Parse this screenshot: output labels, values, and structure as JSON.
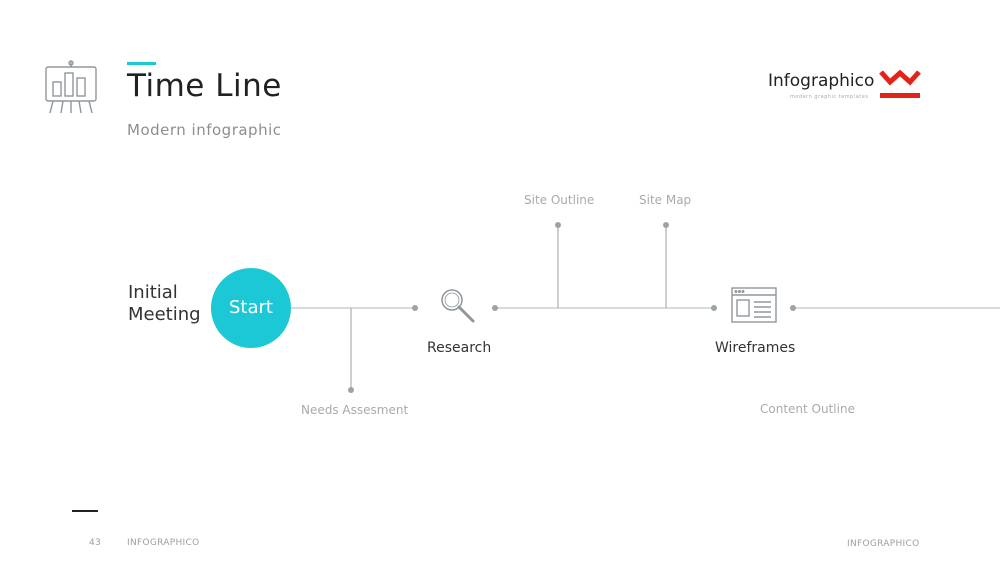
{
  "header": {
    "title": "Time Line",
    "subtitle": "Modern infographic"
  },
  "brand": {
    "name": "Infographico",
    "tagline": "modern graphic templates",
    "logo_color": "#e2231a"
  },
  "icons": {
    "header": "presentation-board-icon",
    "research": "magnifier-icon",
    "wireframes": "browser-window-icon"
  },
  "colors": {
    "accent": "#1cc8d6",
    "line": "#c9cdd0",
    "dot": "#9aa3a8"
  },
  "timeline": {
    "start_title": "Initial Meeting",
    "start_label": "Start",
    "nodes": [
      "Research",
      "Wireframes"
    ],
    "branches_above": [
      "Site Outline",
      "Site Map"
    ],
    "branches_below": [
      "Needs Assesment",
      "Content Outline"
    ]
  },
  "footer": {
    "page_number": "43",
    "left_text": "INFOGRAPHICO",
    "right_text": "INFOGRAPHICO"
  }
}
